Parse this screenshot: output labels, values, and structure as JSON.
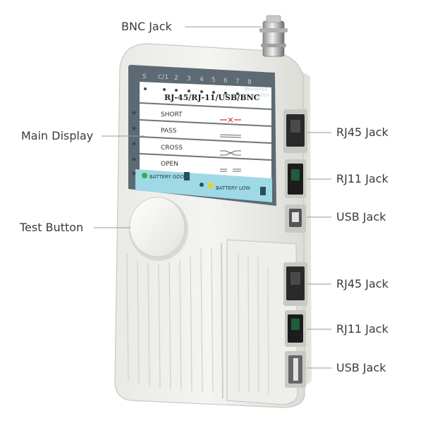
{
  "callouts": {
    "bnc_jack": "BNC Jack",
    "main_display": "Main Display",
    "test_button": "Test Button",
    "rj45_jack_top": "RJ45 Jack",
    "rj11_jack_top": "RJ11 Jack",
    "usb_jack_top": "USB Jack",
    "rj45_jack_bottom": "RJ45 Jack",
    "rj11_jack_bottom": "RJ11 Jack",
    "usb_jack_bottom": "USB Jack"
  },
  "display": {
    "pin_labels": [
      "S",
      "C/1",
      "2",
      "3",
      "4",
      "5",
      "6",
      "7",
      "8"
    ],
    "pin_wires_line1": "Pin/Wires",
    "pin_wires_line2": "Condition",
    "title": "RJ-45/RJ-11/USB/BNC",
    "rows": [
      "SHORT",
      "PASS",
      "CROSS",
      "OPEN"
    ],
    "battery_good": "BATTERY GOOD",
    "battery_low": "BATTERY LOW"
  },
  "colors": {
    "body": "#eeeeea",
    "display_panel": "#5d6a73",
    "display_strip": "#9fd9e6",
    "led_good": "#2fb14a",
    "led_low": "#e6d21e",
    "short_mark": "#d03030"
  }
}
